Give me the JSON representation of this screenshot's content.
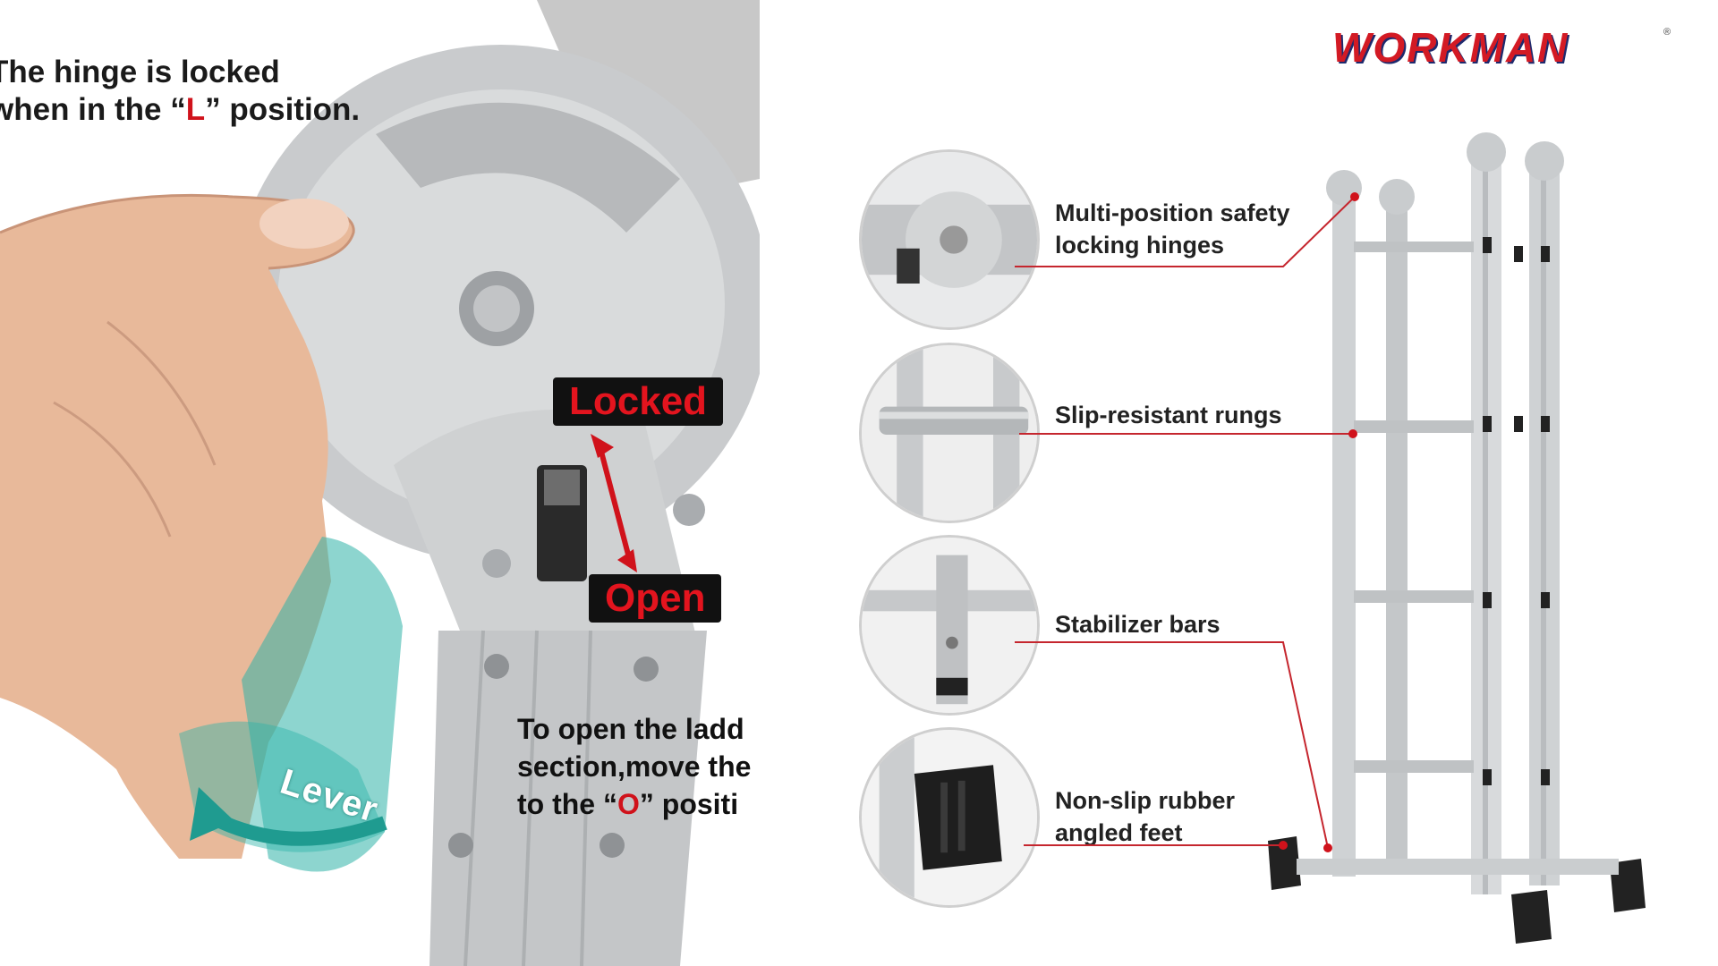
{
  "left": {
    "hinge_text": {
      "line1": "The hinge is locked",
      "line2_prefix": "when in the “",
      "line2_letter": "L",
      "line2_suffix": "” position."
    },
    "tag_locked": "Locked",
    "tag_open": "Open",
    "open_text": {
      "line1": "To open the ladd",
      "line2": "section,move the",
      "line3_prefix": "to the “",
      "line3_letter": "O",
      "line3_suffix": "” positi"
    },
    "lever_label": "Lever"
  },
  "right": {
    "logo": "WORKMAN",
    "registered": "®",
    "features": [
      {
        "line1": "Multi-position safety",
        "line2": "locking hinges"
      },
      {
        "line1": "Slip-resistant rungs"
      },
      {
        "line1": "Stabilizer bars"
      },
      {
        "line1": "Non-slip rubber",
        "line2": "angled feet"
      }
    ]
  },
  "colors": {
    "accent_red": "#d0121b",
    "tag_background": "#111111",
    "lever_teal": "#2fb3a8",
    "aluminum": "#c9cdd0"
  }
}
